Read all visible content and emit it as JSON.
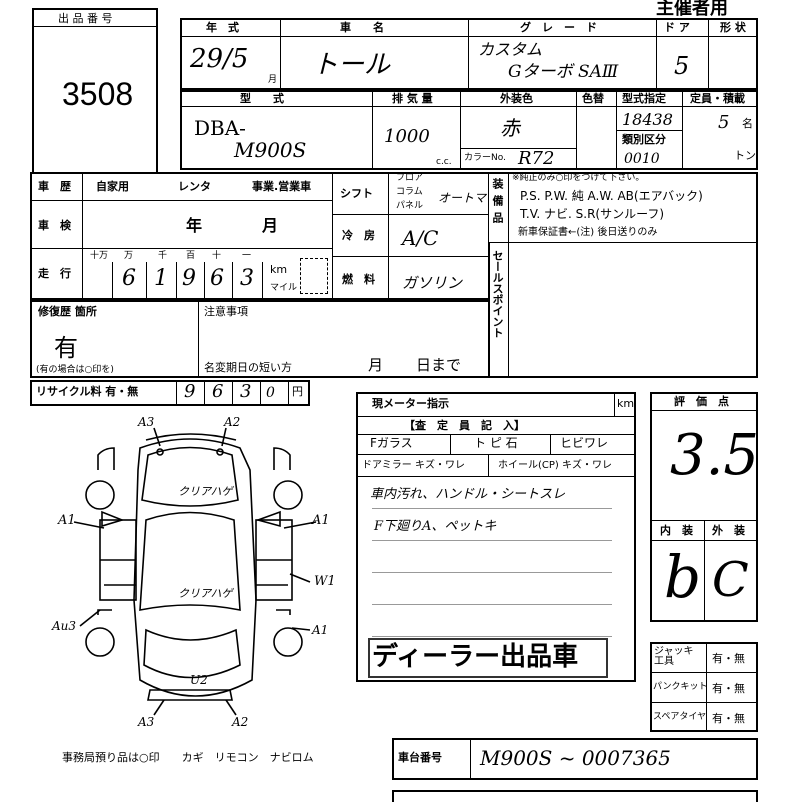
{
  "lot": {
    "label": "出 品 番 号",
    "number": "3508"
  },
  "header": {
    "year_label": "年　式",
    "maker_label": "車　　名",
    "grade_label": "グ　レ　ー　ド",
    "door_label": "ド ア",
    "shape_label": "形 状",
    "organizer": "主催者用",
    "year_value": "29/5",
    "year_month_suffix": "月",
    "name_value": "トール",
    "grade_line1": "カスタム",
    "grade_line2": "Gターボ SAⅢ",
    "door_value": "5"
  },
  "row2": {
    "model_label": "型　　式",
    "disp_label": "排 気 量",
    "color_label": "外装色",
    "color_change_label": "色替",
    "type_spec_label": "型式指定",
    "capacity_label": "定員・積載",
    "class_label": "類別区分",
    "cc_label": "c.c.",
    "color_no_label": "カラーNo.",
    "model_line1": "DBA-",
    "model_line2": "M900S",
    "disp_value": "1000",
    "color_value": "赤",
    "color_no_value": "R72",
    "type_spec_value": "18438",
    "class_value": "0010",
    "capacity_value": "5",
    "capacity_unit": "名",
    "ton_unit": "トン"
  },
  "history": {
    "label": "車　歴",
    "options": [
      "自家用",
      "レンタ",
      "事業.営業車"
    ],
    "inspection_label": "車　検",
    "year_label": "年",
    "month_label": "月",
    "mileage_label": "走　行",
    "digit_labels": [
      "十万",
      "万",
      "千",
      "百",
      "十",
      "一"
    ],
    "mileage_digits": [
      "",
      "6",
      "1",
      "9",
      "6",
      "3"
    ],
    "km_label": "km",
    "mile_label": "マイル"
  },
  "shift": {
    "label": "シフト",
    "options": [
      "フロア",
      "コラム",
      "パネル"
    ],
    "value": "オートマ",
    "ac_label": "冷　房",
    "ac_value": "A/C",
    "fuel_label": "燃　料",
    "fuel_value": "ガソリン"
  },
  "equipment": {
    "label": "装備品",
    "note": "※純正のみ○印をつけて下さい。",
    "line1": "P.S.  P.W.  純 A.W.  AB(エアバック)",
    "line2": "T.V.  ナビ.  S.R(サンルーフ)",
    "line3": "新車保証書←(注) 後日送りのみ"
  },
  "sale_point_label": "セールスポイント",
  "repair": {
    "label": "修復歴 箇所",
    "value": "有",
    "note": "(有の場合は○印を)"
  },
  "notes": {
    "label": "注意事項",
    "name_change": "名変期日の短い方",
    "month": "月",
    "day": "日まで"
  },
  "recycle": {
    "label": "リサイクル料 有・無",
    "digits": [
      "9",
      "6",
      "3",
      "0"
    ],
    "unit": "円"
  },
  "meter": {
    "label": "現メーター指示",
    "unit": "km"
  },
  "inspector": {
    "title": "【査　定　員　記　入】",
    "row1": [
      "Fガラス",
      "ト ピ 石",
      "ヒビワレ"
    ],
    "row2": [
      "ドアミラー キズ・ワレ",
      "ホイール(CP) キズ・ワレ"
    ],
    "comment1": "車内汚れ、ハンドル・シートスレ",
    "comment2": "F下廻りA、ペットキ",
    "stamp": "ディーラー出品車"
  },
  "score": {
    "label": "評　価　点",
    "value": "3.5",
    "interior_label": "内　装",
    "exterior_label": "外　装",
    "interior_value": "b",
    "exterior_value": "C"
  },
  "tools": [
    {
      "label": "ジャッキ 工具",
      "value": "有・無"
    },
    {
      "label": "パンクキット",
      "value": "有・無"
    },
    {
      "label": "スペアタイヤ",
      "value": "有・無"
    }
  ],
  "diagram": {
    "marks": [
      "A3",
      "A2",
      "A1",
      "A1",
      "W1",
      "Au3",
      "A1",
      "U2",
      "A3",
      "A2"
    ],
    "clear_labels": [
      "クリアハゲ",
      "クリアハゲ"
    ]
  },
  "footer": {
    "office": "事務局預り品は○印　　カギ　リモコン　ナビロム",
    "chassis_label": "車台番号",
    "chassis_value": "M900S ~ 0007365"
  }
}
